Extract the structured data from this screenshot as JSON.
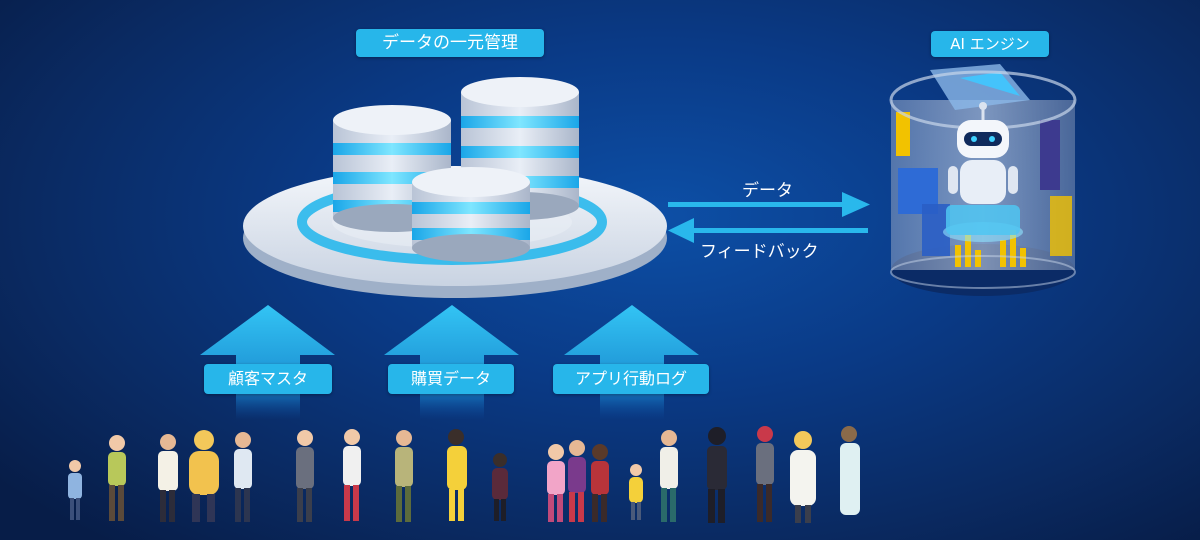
{
  "title_label": "データの一元管理",
  "ai_label": "AI エンジン",
  "flows": {
    "data": "データ",
    "feedback": "フィードバック"
  },
  "sources": [
    {
      "label": "顧客マスタ"
    },
    {
      "label": "購買データ"
    },
    {
      "label": "アプリ行動ログ"
    }
  ],
  "colors": {
    "accent": "#27b6ea",
    "arrow": "#29b8ec",
    "background_center": "#0d4fa6",
    "background_edge": "#071d48",
    "disk": "#dfe6f1",
    "glow": "#3fd1ff"
  },
  "icons": [
    "database-icon",
    "robot-icon",
    "arrow-up-icon",
    "arrow-right-icon",
    "arrow-left-icon",
    "person-icon"
  ]
}
